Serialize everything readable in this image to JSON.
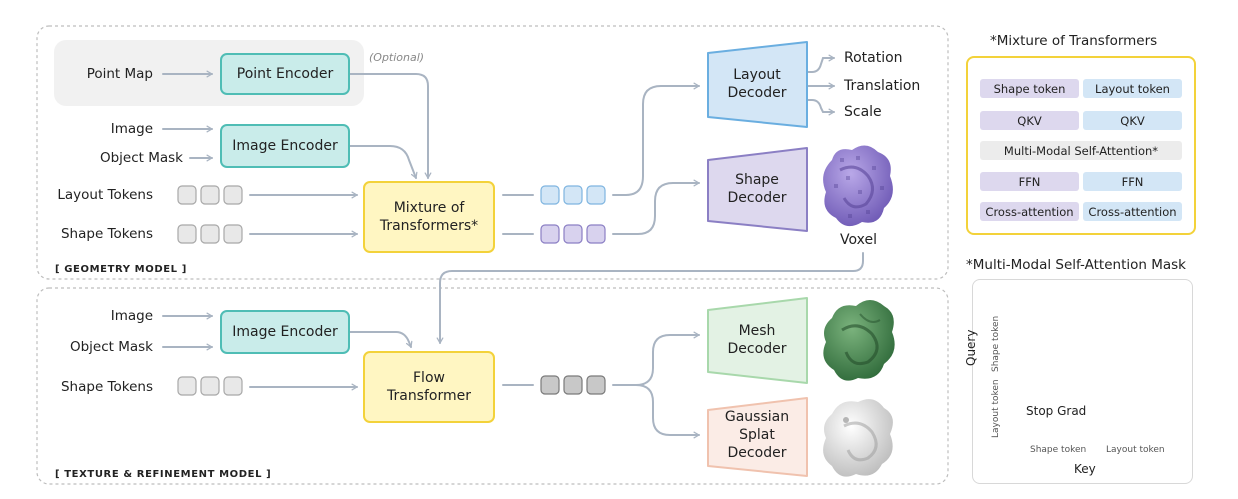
{
  "geometry": {
    "section_label": "[ GEOMETRY MODEL ]",
    "inputs": {
      "point_map": "Point Map",
      "image": "Image",
      "object_mask": "Object Mask",
      "layout_tokens": "Layout Tokens",
      "shape_tokens": "Shape Tokens"
    },
    "point_encoder": "Point Encoder",
    "optional_label": "(Optional)",
    "image_encoder": "Image Encoder",
    "mixture": "Mixture of\nTransformers*",
    "layout_decoder": "Layout\nDecoder",
    "shape_decoder": "Shape\nDecoder",
    "outputs": {
      "rotation": "Rotation",
      "translation": "Translation",
      "scale": "Scale",
      "voxel": "Voxel"
    }
  },
  "texture": {
    "section_label": "[ TEXTURE & REFINEMENT MODEL ]",
    "inputs": {
      "image": "Image",
      "object_mask": "Object Mask",
      "shape_tokens": "Shape Tokens"
    },
    "image_encoder": "Image Encoder",
    "flow_transformer": "Flow\nTransformer",
    "mesh_decoder": "Mesh\nDecoder",
    "gaussian_decoder": "Gaussian\nSplat\nDecoder"
  },
  "moe_legend": {
    "title": "*Mixture of Transformers",
    "rows": [
      {
        "left": "Shape token",
        "right": "Layout token"
      },
      {
        "left": "QKV",
        "right": "QKV"
      },
      {
        "full": "Multi-Modal Self-Attention*"
      },
      {
        "left": "FFN",
        "right": "FFN"
      },
      {
        "left": "Cross-attention",
        "right": "Cross-attention"
      }
    ]
  },
  "mask_legend": {
    "title": "*Multi-Modal Self-Attention Mask",
    "query": "Query",
    "key": "Key",
    "row_shape": "Shape token",
    "row_layout": "Layout token",
    "col_shape": "Shape token",
    "col_layout": "Layout token",
    "stop_grad": "Stop Grad"
  },
  "colors": {
    "teal_fill": "#c9ecea",
    "teal_border": "#4fbdb5",
    "yellow_fill": "#fff6c2",
    "yellow_border": "#f3d23a",
    "blue_fill": "#d3e6f6",
    "blue_border": "#6aaee0",
    "purple_fill": "#ddd8ee",
    "purple_border": "#8b7fc4",
    "green_fill": "#e3f2e4",
    "green_border": "#a8d8ab",
    "peach_fill": "#fbece6",
    "peach_border": "#f0c2ae",
    "arrow": "#a9b4c2",
    "mask_dark": "#aab3c0",
    "mask_light": "#e9ecf0"
  }
}
